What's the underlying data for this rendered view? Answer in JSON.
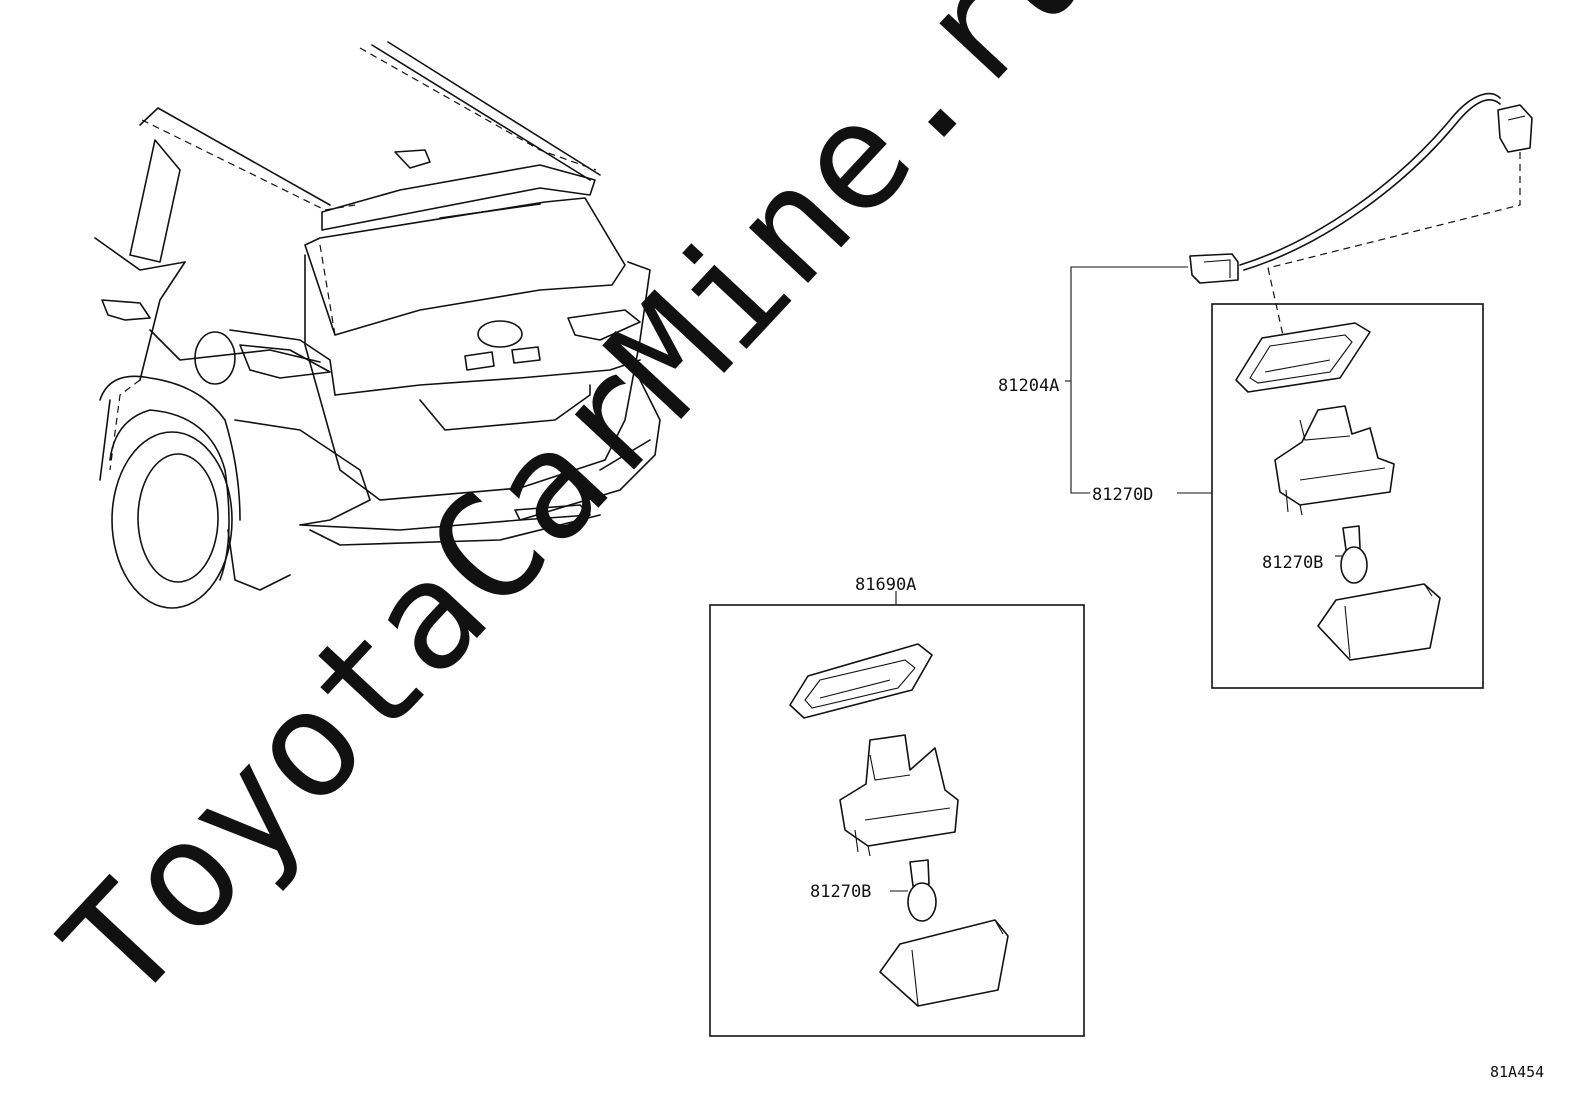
{
  "watermark": {
    "text": "ToyotaCarMine.ru",
    "color": "#e6e6e6"
  },
  "diagram_code": "81A454",
  "callouts": {
    "harness_assembly": "81204A",
    "lamp_assembly_right": "81270D",
    "bulb_right": "81270B",
    "lamp_assembly_left": "81690A",
    "bulb_left": "81270B"
  }
}
